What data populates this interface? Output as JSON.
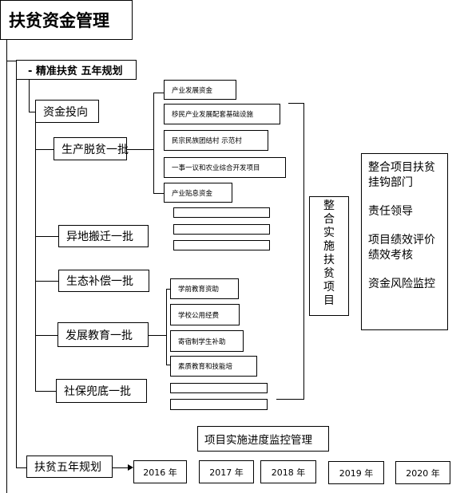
{
  "title": "扶贫资金管理",
  "section_precise": "- 精准扶贫  五年规划",
  "funding_direction": "资金投向",
  "categories": [
    {
      "label": "生产脱贫一批"
    },
    {
      "label": "异地搬迁一批"
    },
    {
      "label": "生态补偿一批"
    },
    {
      "label": "发展教育一批"
    },
    {
      "label": "社保兜底一批"
    }
  ],
  "production_items": [
    "产业发展资金",
    "移民产业发展配套基础设施",
    "民宗民族团结村 示范村",
    "一事一议和农业综合开发项目",
    "产业贴息资金"
  ],
  "education_items": [
    "学前教育资助",
    "学校公用经费",
    "寄宿制学生补助",
    "素质教育和技能培"
  ],
  "vertical_box": "整合实施扶贫项目",
  "vertical_chars": [
    "整",
    "合",
    "实",
    "施",
    "扶",
    "贫",
    "项",
    "目"
  ],
  "right_panel": {
    "line1": "整合项目扶贫",
    "line2": "挂钩部门",
    "line3": "责任领导",
    "line4": "项目绩效评价",
    "line5": "绩效考核",
    "line6": "资金风险监控"
  },
  "progress_box": "项目实施进度监控管理",
  "five_year_plan": "扶贫五年规划",
  "years": [
    "2016 年",
    "2017 年",
    "2018 年",
    "2019 年",
    "2020 年"
  ]
}
